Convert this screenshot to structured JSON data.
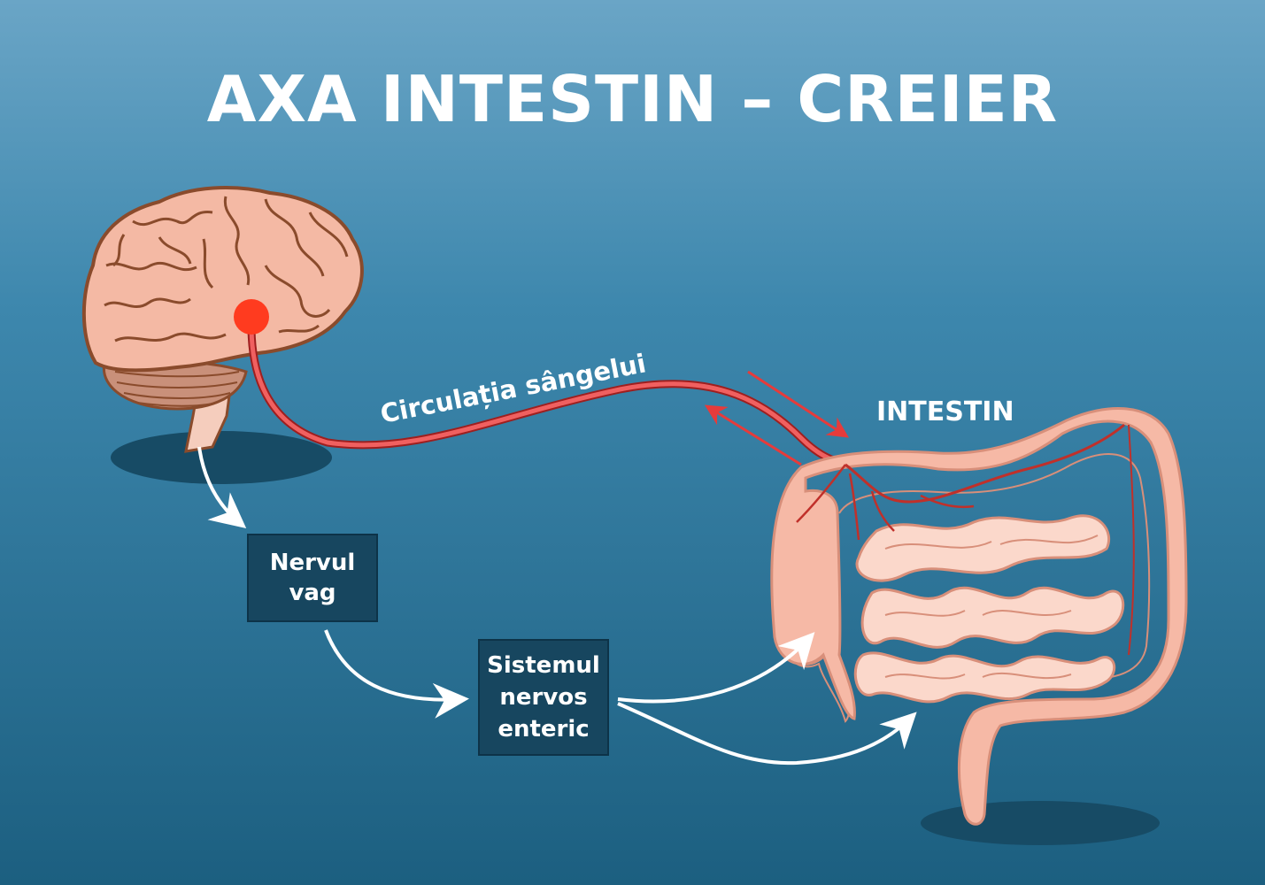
{
  "title": "AXA INTESTIN – CREIER",
  "labels": {
    "blood_circulation": "Circulația sângelui",
    "intestine": "INTESTIN",
    "vagus_nerve": "Nervul\nvag",
    "enteric_nervous_system": "Sistemul\nnervos\nenteric"
  },
  "colors": {
    "background_top": "#6aa5c6",
    "background_bottom": "#1c5f80",
    "shadow": "#174b65",
    "box_fill": "#17465f",
    "brain_fill": "#f4b9a4",
    "brain_outline": "#8a4b2c",
    "vessel_red": "#e63b3b",
    "node_red": "#ff3b1f",
    "intestine_fill": "#f6b9a6",
    "intestine_outline": "#d88f7a",
    "arrow_white": "#ffffff"
  }
}
